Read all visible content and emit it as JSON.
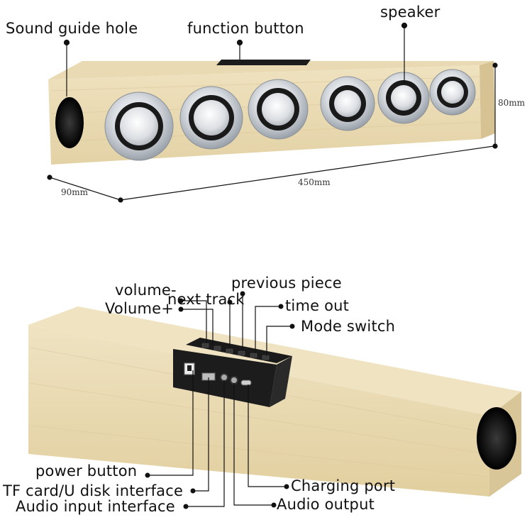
{
  "top": {
    "labels": {
      "sound_guide_hole": "Sound guide hole",
      "function_button": "function button",
      "speaker": "speaker"
    },
    "dimensions": {
      "height": "80mm",
      "length": "450mm",
      "depth": "90mm"
    }
  },
  "bottom": {
    "labels": {
      "volume_minus": "volume-",
      "volume_plus": "Volume+",
      "next_track": "next track",
      "previous_piece": "previous piece",
      "time_out": "time out",
      "mode_switch": "Mode switch",
      "power_button": "power button",
      "tf_card": "TF card/U disk interface",
      "audio_input": "Audio input interface",
      "charging_port": "Charging port",
      "audio_output": "Audio output"
    }
  },
  "colors": {
    "wood": "#ecdcb4",
    "wood_shade": "#d8c495",
    "panel": "#1c1c1c",
    "chrome": "#c9cdd3"
  }
}
